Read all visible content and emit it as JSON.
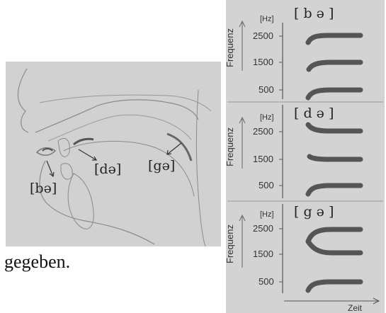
{
  "articulation": {
    "labels": {
      "b": "[bə]",
      "d": "[də]",
      "g": "[gə]"
    }
  },
  "caption": "gegeben.",
  "spectrograms": {
    "ylabel": "Frequenz",
    "unit": "[Hz]",
    "ticks": [
      "2500",
      "1500",
      "500"
    ],
    "panels": [
      {
        "title": "[ b ə ]"
      },
      {
        "title": "[ d ə ]"
      },
      {
        "title": "[ g ə ]"
      }
    ],
    "xlabel": "Zeit"
  },
  "colors": {
    "panel_bg": "#d3d3d3",
    "diagram_bg": "#d1d1d1",
    "formant": "#555555",
    "line": "#888888",
    "text": "#111111"
  }
}
